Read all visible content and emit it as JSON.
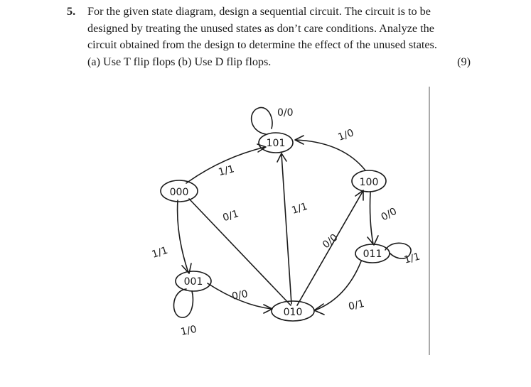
{
  "question": {
    "number": "5.",
    "lines": [
      "For the given state diagram, design a sequential circuit. The circuit is to be",
      "designed by treating the unused states as don’t care conditions. Analyze the",
      "circuit obtained from the design to determine the effect of the unused states.",
      "(a) Use T flip flops (b) Use D flip flops."
    ],
    "marks": "(9)"
  },
  "diagram": {
    "states": {
      "s101": "101",
      "s000": "000",
      "s100": "100",
      "s001": "001",
      "s011": "011",
      "s010": "010"
    },
    "transitions": {
      "self_101": "0/0",
      "t000_101": "1/1",
      "t100_101": "1/0",
      "t000_010": "0/1",
      "t010_101": "1/1",
      "t010_100": "0/0",
      "t100_011": "0/0",
      "self_011": "1/1",
      "t000_001": "1/1",
      "t001_010": "0/0",
      "t011_010": "0/1",
      "self_001": "1/0"
    }
  }
}
